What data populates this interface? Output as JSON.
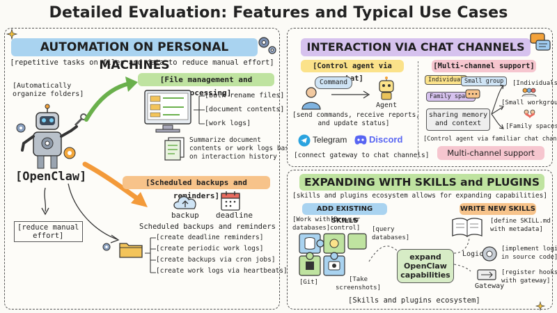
{
  "title": "Detailed Evaluation: Features and Typical Use Cases",
  "left": {
    "banner": "AUTOMATION ON PERSONAL MACHINES",
    "subtitle": "[repetitive tasks on files and data to reduce manual effort]",
    "auto_organize": "[Automatically\norganize folders]",
    "openclaw": "[OpenClaw]",
    "reduce_effort": "[reduce manual\neffort]",
    "file_mgmt": {
      "header": "[File management and processing]",
      "items": [
        "[bulk rename files]",
        "[document contents]",
        "[work logs]"
      ],
      "summary": "Summarize document\ncontents or work logs based\non interaction history"
    },
    "backups": {
      "header": "[Scheduled backups and reminders]",
      "backup_label": "backup",
      "deadline_label": "deadline",
      "sub": "Scheduled backups and reminders",
      "items": [
        "[create deadline reminders]",
        "[create periodic work logs]",
        "[create backups via cron jobs]",
        "[create work logs via heartbeats]"
      ]
    }
  },
  "chat": {
    "banner": "INTERACTION VIA CHAT CHANNELS",
    "control": {
      "header": "[Control agent via chat]",
      "command": "Command",
      "agent": "Agent",
      "desc": "[send commands, receive reports,\nand update status]",
      "telegram": "Telegram",
      "discord": "Discord",
      "gateway": "[connect gateway to chat channels]"
    },
    "multi": {
      "header": "[Multi-channel support]",
      "bubbles": [
        "Individual",
        "Small group",
        "Family space"
      ],
      "sharing": "sharing memory\nand context",
      "targets": [
        "[Individuals]",
        "[Small workgroups]",
        "[Family spaces]"
      ],
      "familiar": "[Control agent via familiar chat channels]",
      "footer": "Multi-channel support"
    }
  },
  "skills": {
    "banner": "EXPANDING WITH SKILLS and PLUGINS",
    "subtitle": "[skills and plugins ecosystem allows for expanding capabilities]",
    "add_header": "ADD EXISTING SKILLS",
    "write_header": "WRITE NEW SKILLS",
    "puzzle_labels": [
      "[Work with\ndatabases]",
      "[Browser\ncontrol]",
      "[query\ndatabases]",
      "[Git]",
      "[Take\nscreenshots]"
    ],
    "expand": "expand\nOpenClaw\ncapabilities",
    "write_items": [
      "[define SKILL.md\nwith metadata]",
      "[implement logic\nin source code]",
      "[register hooks\nwith gateway]"
    ],
    "logic": "Logic",
    "gateway": "Gateway",
    "footer": "[Skills and plugins ecosystem]"
  },
  "colors": {
    "blue_banner": "#a9d3f0",
    "green_banner": "#bfe3a0",
    "orange_banner": "#f7c38a",
    "purple_banner": "#d6c2ee",
    "yellow_banner": "#fbe28a",
    "pink_banner": "#f6c6cf",
    "telegram": "#2aa3df",
    "discord": "#5865f2"
  }
}
